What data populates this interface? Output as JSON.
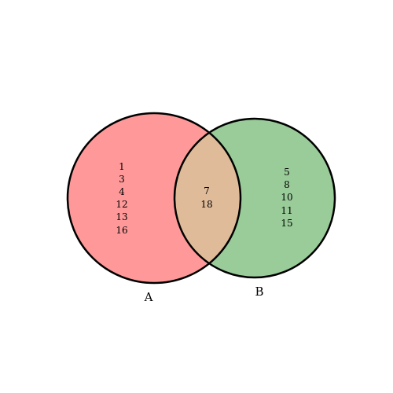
{
  "venn": {
    "sets": [
      {
        "label": "A",
        "color": "#ff9999"
      },
      {
        "label": "B",
        "color": "#99cc99"
      }
    ],
    "intersection_color": "#e0bb99",
    "outline_color": "#000000",
    "regions": {
      "a_only": [
        "1",
        "3",
        "4",
        "12",
        "13",
        "16"
      ],
      "a_and_b": [
        "7",
        "18"
      ],
      "b_only": [
        "5",
        "8",
        "10",
        "11",
        "15"
      ]
    }
  }
}
